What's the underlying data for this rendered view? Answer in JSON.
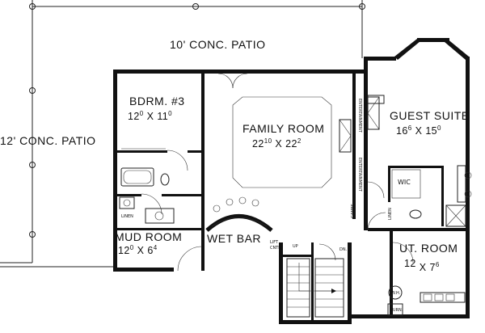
{
  "plan": {
    "patio_top": "10' CONC. PATIO",
    "patio_left": "12' CONC. PATIO",
    "rooms": {
      "bedroom3": {
        "name": "BDRM. #3",
        "w": "12",
        "w_in": "0",
        "h": "11",
        "h_in": "0"
      },
      "family": {
        "name": "FAMILY ROOM",
        "w": "22",
        "w_in": "10",
        "h": "22",
        "h_in": "2"
      },
      "guest": {
        "name": "GUEST SUITE",
        "w": "16",
        "w_in": "6",
        "h": "15",
        "h_in": "0"
      },
      "mud": {
        "name": "MUD ROOM",
        "w": "12",
        "w_in": "0",
        "h": "6",
        "h_in": "4"
      },
      "utility": {
        "name": "UT. ROOM",
        "w": "12",
        "w_in": "",
        "h": "7",
        "h_in": "6"
      }
    },
    "times_sign": "X",
    "wet_bar": "WET BAR",
    "lift_label": "LIFT",
    "lift_label2": "CNTR.",
    "up_label": "UP",
    "dn_label": "DN.",
    "wic_label": "WIC",
    "linen_label": "LINEN",
    "entertainment_label": "ENTERTAINMENT",
    "games_label": "GAMES",
    "furn_label": "FURN.",
    "wh_label": "W.H."
  }
}
